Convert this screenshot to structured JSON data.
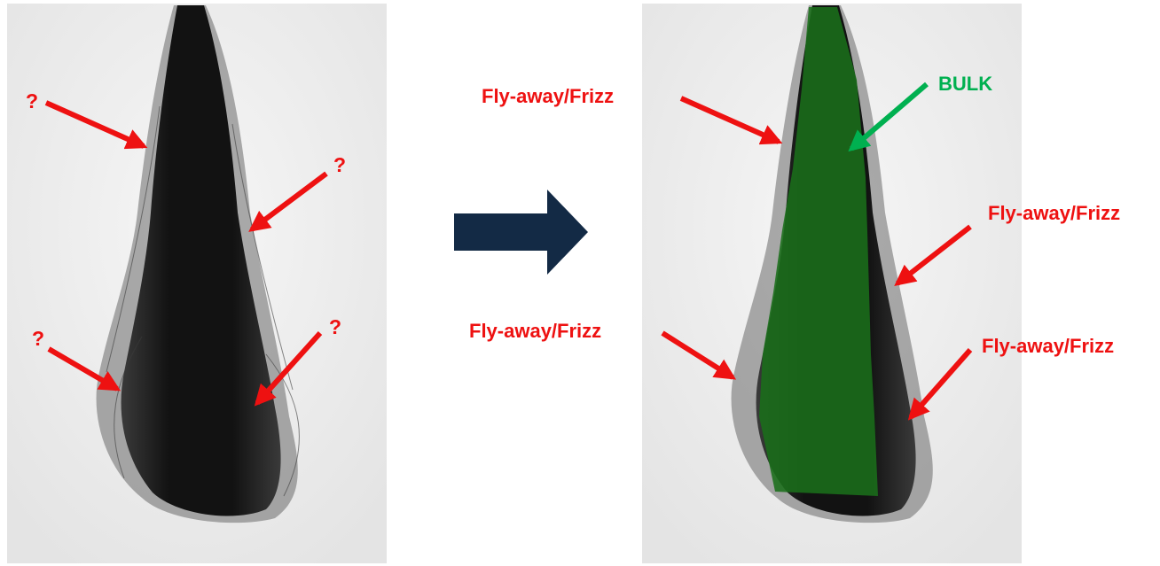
{
  "colors": {
    "annotation_red": "#ee1111",
    "bulk_green": "#00b050",
    "overlay_green": "#1a6e1a",
    "arrow_navy": "#132a45",
    "photo_background": "#f2f2f2",
    "hair": "#141414"
  },
  "left_panel": {
    "markers": [
      {
        "text": "?"
      },
      {
        "text": "?"
      },
      {
        "text": "?"
      },
      {
        "text": "?"
      }
    ]
  },
  "transition_arrow": {
    "icon": "right-arrow-icon"
  },
  "right_panel": {
    "bulk_label": "BULK",
    "frizz_labels": [
      {
        "text": "Fly-away/Frizz"
      },
      {
        "text": "Fly-away/Frizz"
      },
      {
        "text": "Fly-away/Frizz"
      },
      {
        "text": "Fly-away/Frizz"
      }
    ]
  }
}
